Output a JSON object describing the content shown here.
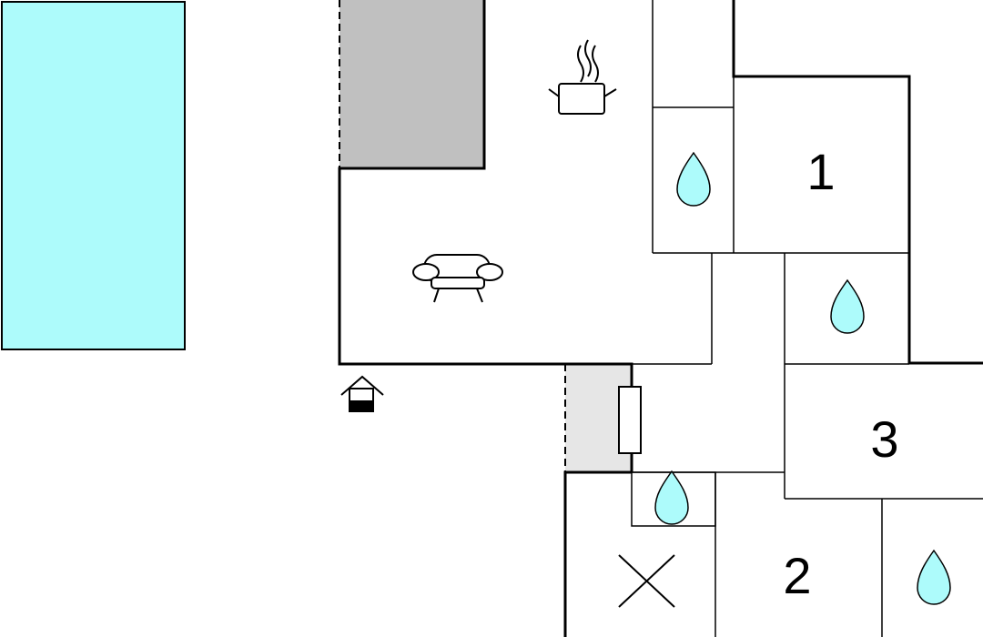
{
  "colors": {
    "pool": "#adfbfb",
    "terrace_dark": "#c0c0c0",
    "terrace_light": "#e6e6e6",
    "water_drop": "#adfbfb",
    "wall": "#000000"
  },
  "rooms": {
    "bedroom_1": {
      "number": "1"
    },
    "bedroom_2": {
      "number": "2"
    },
    "bedroom_3": {
      "number": "3"
    }
  },
  "icons": {
    "pool": "pool",
    "kitchen": "cooking-pot-icon",
    "living": "sofa-icon",
    "entrance": "entrance-house-icon",
    "bathroom": "water-drop-icon",
    "storage": "cross-icon",
    "heater": "radiator-icon"
  }
}
